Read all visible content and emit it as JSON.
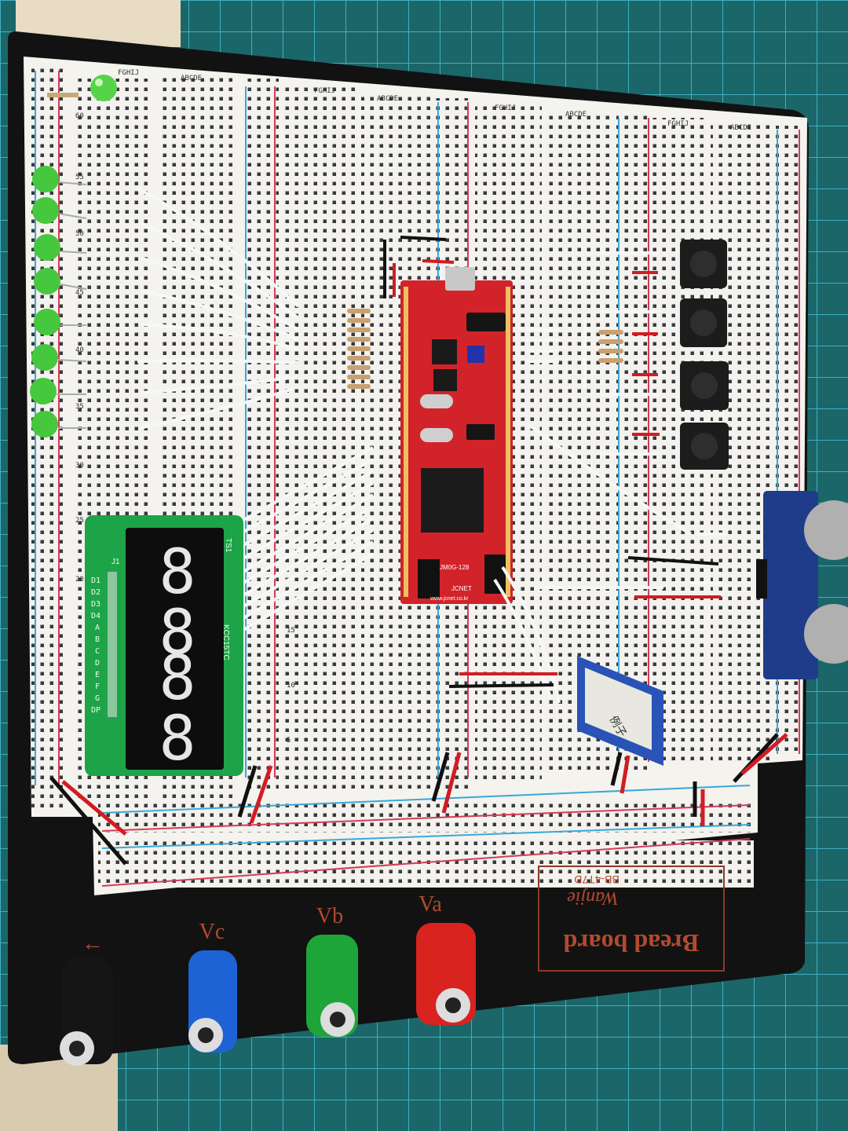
{
  "display": {
    "ref": "TS1",
    "connector": "J1",
    "part": "KCC15TC",
    "digits": "8.8.8.8",
    "pins": [
      "D1",
      "D2",
      "D3",
      "D4",
      "A",
      "B",
      "C",
      "D",
      "E",
      "F",
      "G",
      "DP"
    ]
  },
  "mcu_board": {
    "brand": "JCNET",
    "model": "JM0G-128",
    "url": "www.jcnet.co.kr"
  },
  "breadboard": {
    "brand": "Wanjie",
    "model": "BB-4T7D",
    "label": "Bread board",
    "terminals": [
      "←",
      "Vc",
      "Vb",
      "Va"
    ],
    "terminal_colors": [
      "#151515",
      "#1d63d6",
      "#1ea53a",
      "#d8231f"
    ]
  },
  "row_numbers": [
    "60",
    "55",
    "50",
    "45",
    "40",
    "35",
    "30",
    "25",
    "20",
    "15",
    "10",
    "5"
  ],
  "column_letters": [
    "FGHIJ",
    "ABCDE"
  ],
  "module_note": "例子"
}
